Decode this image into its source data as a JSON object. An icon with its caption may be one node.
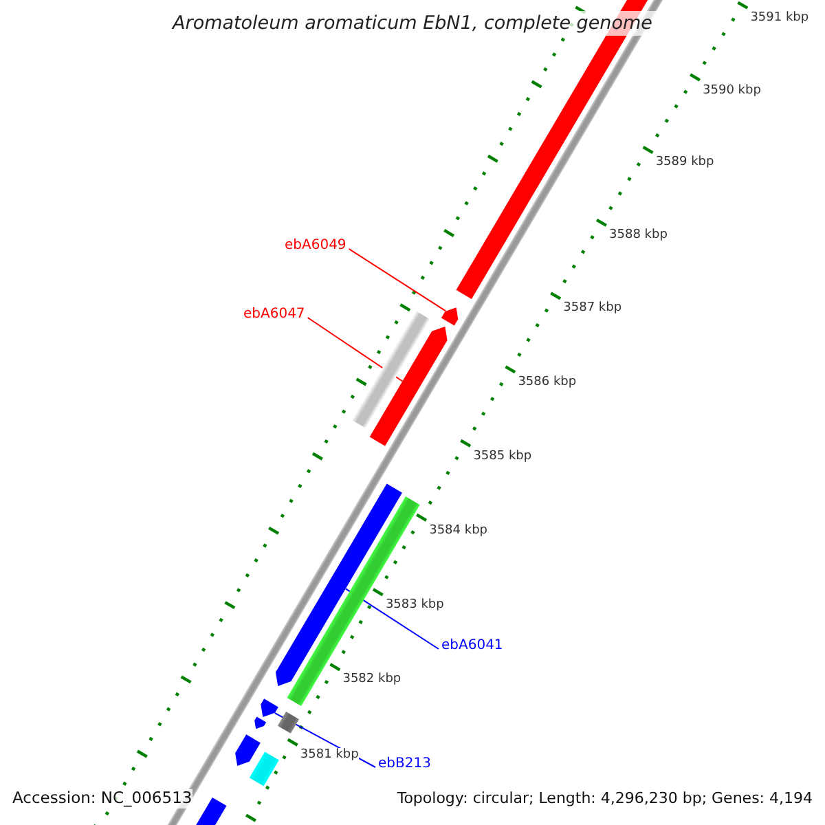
{
  "diagram": {
    "title": "Aromatoleum aromaticum EbN1, complete genome",
    "nodes": [
      {
        "text": [
          "ebA6049"
        ]
      },
      {
        "text": [],
        "shape": "bar"
      },
      {
        "text": [
          "ebA6047"
        ]
      },
      {
        "text": [],
        "shape": "bar"
      },
      {
        "text": [
          "ebA6041"
        ]
      },
      {
        "text": [],
        "shape": "bar"
      },
      {
        "text": [
          "ebB213"
        ]
      },
      {
        "text": [],
        "shape": "bar"
      }
    ],
    "edges": [
      {
        "from": 0,
        "to": 1,
        "arrow": "none",
        "color": "#ff0000"
      },
      {
        "from": 2,
        "to": 3,
        "arrow": "none",
        "color": "#ff0000"
      },
      {
        "from": 4,
        "to": 5,
        "arrow": "none",
        "color": "#0000ff"
      },
      {
        "from": 6,
        "to": 7,
        "arrow": "none",
        "color": "#0000ff"
      }
    ],
    "labels": [
      "3591 kbp",
      "3590 kbp",
      "3589 kbp",
      "3588 kbp",
      "3587 kbp",
      "3586 kbp",
      "3585 kbp",
      "3584 kbp",
      "3583 kbp",
      "3582 kbp",
      "3581 kbp",
      "Accession: NC_006513",
      "Topology: circular; Length: 4,296,230 bp; Genes: 4,194"
    ]
  }
}
